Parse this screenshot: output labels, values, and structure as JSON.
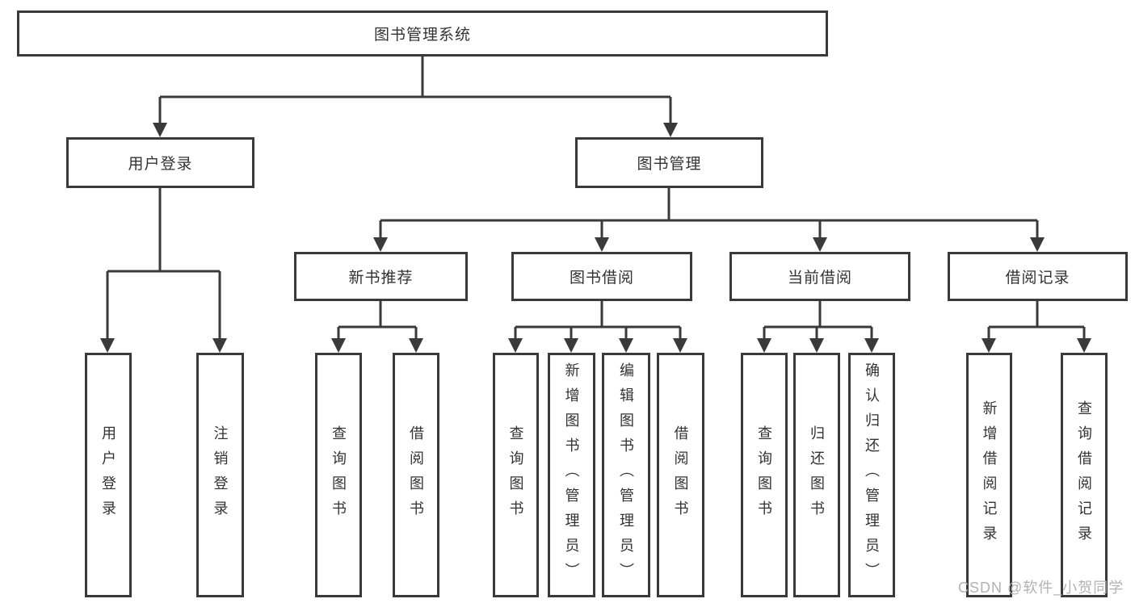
{
  "diagram": {
    "title": "图书管理系统",
    "nodes": {
      "root": "图书管理系统",
      "branch_user_login": "用户登录",
      "branch_book_mgmt": "图书管理",
      "module_new_book_rec": "新书推荐",
      "module_book_borrow": "图书借阅",
      "module_current_borrow": "当前借阅",
      "module_borrow_records": "借阅记录",
      "leaf_user_login": "用户登录",
      "leaf_logout": "注销登录",
      "leaf_query_books_rec": "查询图书",
      "leaf_borrow_books_rec": "借阅图书",
      "leaf_query_books_borrow": "查询图书",
      "leaf_add_books_admin": "新增图书（管理员）",
      "leaf_edit_books_admin": "编辑图书（管理员）",
      "leaf_borrow_books_borrow": "借阅图书",
      "leaf_query_books_current": "查询图书",
      "leaf_return_books": "归还图书",
      "leaf_confirm_return_admin": "确认归还（管理员）",
      "leaf_add_borrow_record": "新增借阅记录",
      "leaf_query_borrow_record": "查询借阅记录"
    }
  },
  "watermark": "CSDN @软件_小贺同学"
}
